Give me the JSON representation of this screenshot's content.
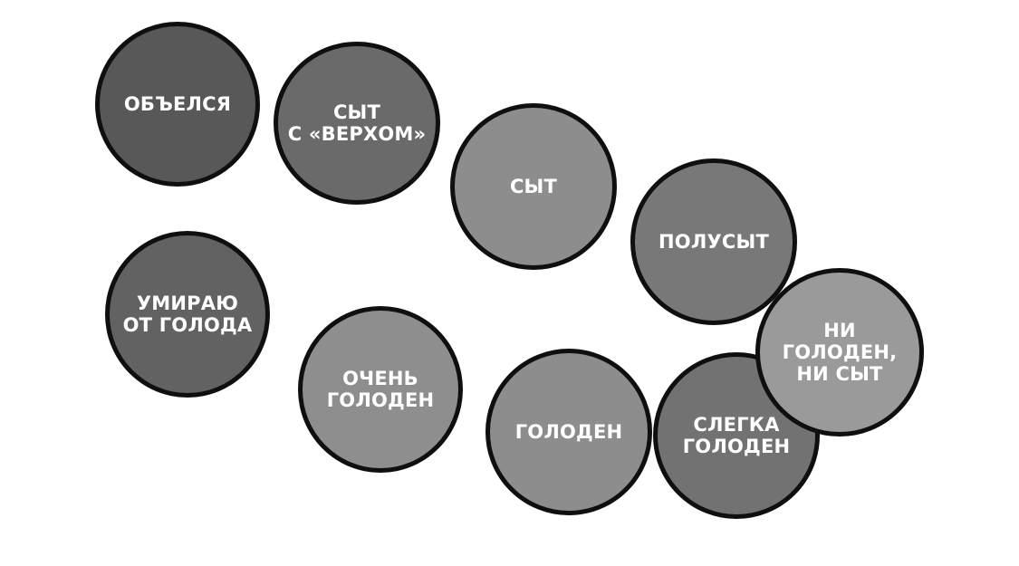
{
  "circles": {
    "overate": {
      "lines": [
        "ОБЪЕЛСЯ"
      ]
    },
    "stuffed": {
      "lines": [
        "СЫТ",
        "С «ВЕРХОМ»"
      ]
    },
    "full": {
      "lines": [
        "СЫТ"
      ]
    },
    "half_full": {
      "lines": [
        "ПОЛУСЫТ"
      ]
    },
    "starving": {
      "lines": [
        "УМИРАЮ",
        "ОТ ГОЛОДА"
      ]
    },
    "very_hungry": {
      "lines": [
        "ОЧЕНЬ",
        "ГОЛОДЕН"
      ]
    },
    "hungry": {
      "lines": [
        "ГОЛОДЕН"
      ]
    },
    "slightly": {
      "lines": [
        "СЛЕГКА",
        "ГОЛОДЕН"
      ]
    },
    "neutral": {
      "lines": [
        "НИ ГОЛОДЕН,",
        "НИ СЫТ"
      ]
    }
  },
  "colors": {
    "border": "#0f0f0f",
    "text": "#ffffff",
    "background": "#ffffff"
  }
}
